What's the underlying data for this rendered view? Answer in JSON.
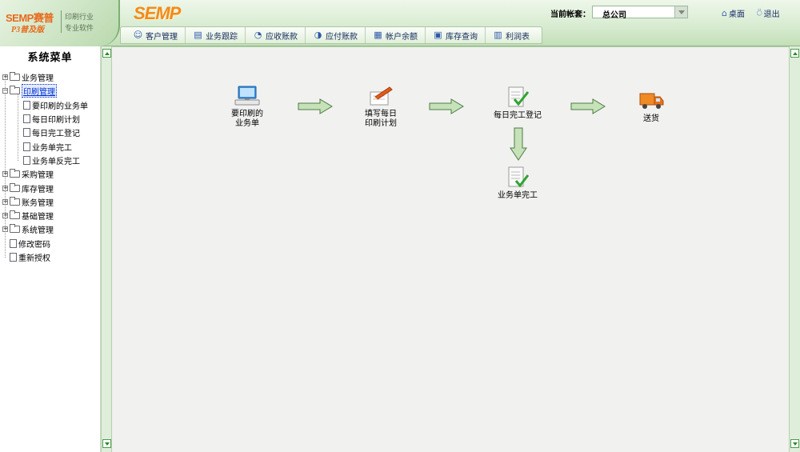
{
  "header": {
    "logo_main": "SEMP赛普",
    "logo_sub": "P3普及版",
    "logo_tag_1": "印刷行业",
    "logo_tag_2": "专业软件",
    "brand": "SEMP",
    "account_label": "当前帐套：",
    "account_value": "总公司",
    "desktop_label": "桌面",
    "logout_label": "退出"
  },
  "toolbar": [
    {
      "label": "客户管理",
      "icon": "customers-icon"
    },
    {
      "label": "业务跟踪",
      "icon": "tracking-icon"
    },
    {
      "label": "应收账款",
      "icon": "receivable-icon"
    },
    {
      "label": "应付账款",
      "icon": "payable-icon"
    },
    {
      "label": "帐户余额",
      "icon": "balance-icon"
    },
    {
      "label": "库存查询",
      "icon": "inventory-icon"
    },
    {
      "label": "利润表",
      "icon": "profit-chart-icon"
    }
  ],
  "sidebar": {
    "title": "系统菜单",
    "nodes": [
      {
        "label": "业务管理",
        "type": "folder",
        "expanded": false
      },
      {
        "label": "印刷管理",
        "type": "folder",
        "expanded": true,
        "selected": true,
        "children": [
          "要印刷的业务单",
          "每日印刷计划",
          "每日完工登记",
          "业务单完工",
          "业务单反完工"
        ]
      },
      {
        "label": "采购管理",
        "type": "folder",
        "expanded": false
      },
      {
        "label": "库存管理",
        "type": "folder",
        "expanded": false
      },
      {
        "label": "账务管理",
        "type": "folder",
        "expanded": false
      },
      {
        "label": "基础管理",
        "type": "folder",
        "expanded": false
      },
      {
        "label": "系统管理",
        "type": "folder",
        "expanded": false
      },
      {
        "label": "修改密码",
        "type": "doc"
      },
      {
        "label": "重新授权",
        "type": "doc"
      }
    ]
  },
  "flow": {
    "step1": {
      "line1": "要印刷的",
      "line2": "业务单",
      "icon": "monitor-icon"
    },
    "step2": {
      "line1": "填写每日",
      "line2": "印刷计划",
      "icon": "pen-icon"
    },
    "step3": {
      "line1": "每日完工登记",
      "icon": "checklist-icon"
    },
    "step4": {
      "line1": "送货",
      "icon": "truck-icon"
    },
    "step5": {
      "line1": "业务单完工",
      "icon": "document-check-icon"
    }
  },
  "colors": {
    "accent_orange": "#f28a1c",
    "header_green": "#c3dfb8",
    "arrow_fill": "#c6e2b9",
    "arrow_stroke": "#4f7a43",
    "link_blue": "#1b2f6e"
  }
}
